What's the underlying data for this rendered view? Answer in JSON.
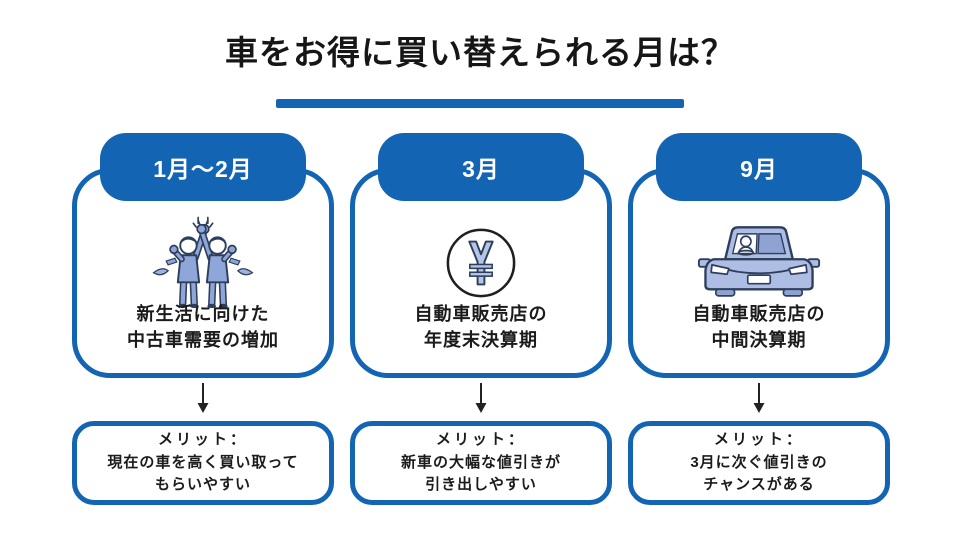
{
  "title": "車をお得に買い替えられる月は？",
  "colors": {
    "primary_blue": "#1365b4",
    "text_dark": "#1b1b1b",
    "badge_text": "#ffffff",
    "illustration_fill_blue": "#8ea6d8",
    "illustration_light_blue": "#aebde4",
    "illustration_outline": "#2e3f5c"
  },
  "columns": [
    {
      "month": "1月〜2月",
      "icon": "celebrating-people-icon",
      "reason": [
        "新生活に向けた",
        "中古車需要の増加"
      ],
      "merit": [
        "メリット：",
        "現在の車を高く買い取って",
        "もらいやすい"
      ]
    },
    {
      "month": "3月",
      "icon": "yen-coin-icon",
      "reason": [
        "自動車販売店の",
        "年度末決算期"
      ],
      "merit": [
        "メリット：",
        "新車の大幅な値引きが",
        "引き出しやすい"
      ]
    },
    {
      "month": "9月",
      "icon": "car-with-driver-icon",
      "reason": [
        "自動車販売店の",
        "中間決算期"
      ],
      "merit": [
        "メリット：",
        "3月に次ぐ値引きの",
        "チャンスがある"
      ]
    }
  ]
}
